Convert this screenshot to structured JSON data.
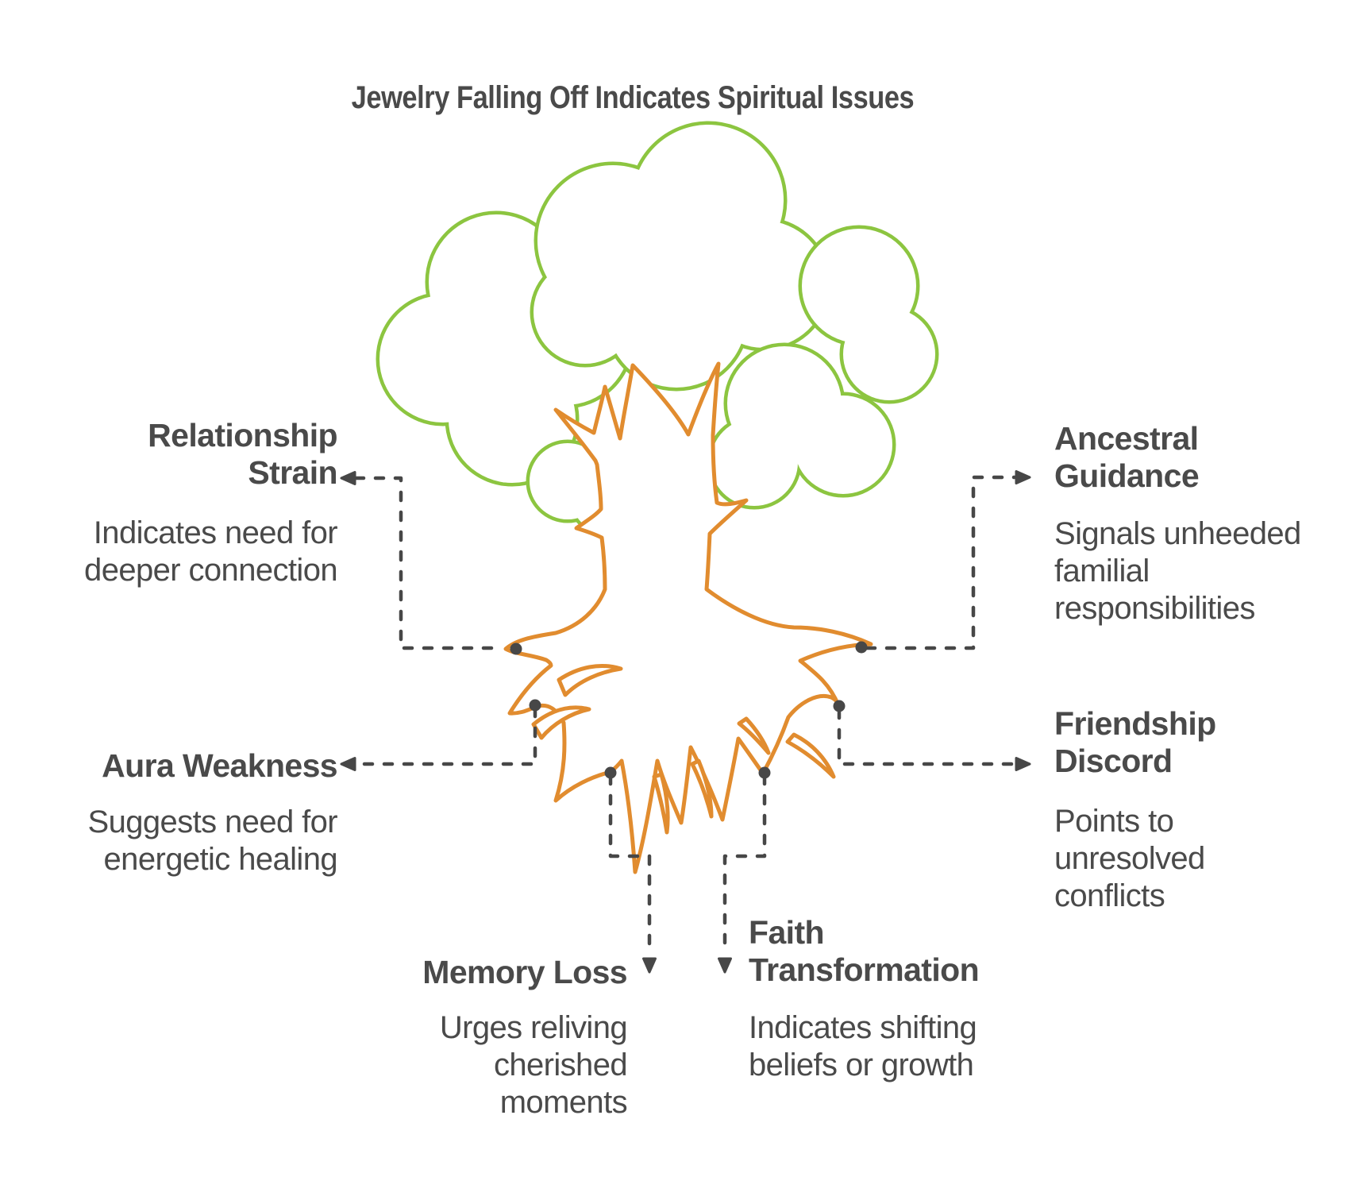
{
  "title": "Jewelry Falling Off Indicates Spiritual Issues",
  "illustration": {
    "name": "tree-with-canopy-and-roots"
  },
  "colors": {
    "canopy_green": "#8CC540",
    "trunk_orange": "#E18C2F",
    "text_gray": "#4A4A4A",
    "connector_gray": "#474747",
    "background": "#FFFFFF"
  },
  "callouts": [
    {
      "id": "relationship-strain",
      "heading_lines": [
        "Relationship",
        "Strain"
      ],
      "body_lines": [
        "Indicates need for",
        "deeper connection"
      ]
    },
    {
      "id": "aura-weakness",
      "heading_lines": [
        "Aura Weakness"
      ],
      "body_lines": [
        "Suggests need for",
        "energetic healing"
      ]
    },
    {
      "id": "memory-loss",
      "heading_lines": [
        "Memory Loss"
      ],
      "body_lines": [
        "Urges reliving",
        "cherished",
        "moments"
      ]
    },
    {
      "id": "faith-transformation",
      "heading_lines": [
        "Faith",
        "Transformation"
      ],
      "body_lines": [
        "Indicates shifting",
        "beliefs or growth"
      ]
    },
    {
      "id": "ancestral-guidance",
      "heading_lines": [
        "Ancestral",
        "Guidance"
      ],
      "body_lines": [
        "Signals unheeded",
        "familial",
        "responsibilities"
      ]
    },
    {
      "id": "friendship-discord",
      "heading_lines": [
        "Friendship",
        "Discord"
      ],
      "body_lines": [
        "Points to",
        "unresolved",
        "conflicts"
      ]
    }
  ]
}
